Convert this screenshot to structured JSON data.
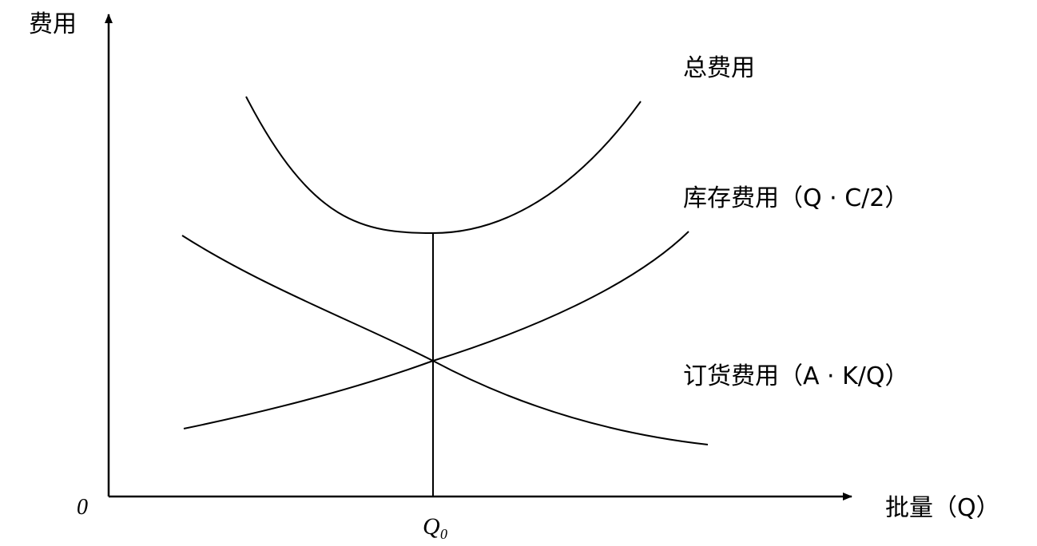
{
  "chart_data": {
    "type": "line",
    "title": "",
    "ylabel": "费用",
    "xlabel": "批量（Q）",
    "origin_label": "0",
    "optimum_label": "Q",
    "optimum_subscript": "0",
    "series": [
      {
        "name": "总费用",
        "shape": "U-shaped, minimum at optimum"
      },
      {
        "name": "库存费用（Q · C/2）",
        "shape": "increasing with Q"
      },
      {
        "name": "订货费用（A · K/Q）",
        "shape": "decreasing with Q"
      }
    ],
    "annotations": [
      "Vertical line at the optimum from the x-axis to the minimum of 总费用, passing through the intersection of 库存费用 and 订货费用"
    ],
    "grid": false
  }
}
